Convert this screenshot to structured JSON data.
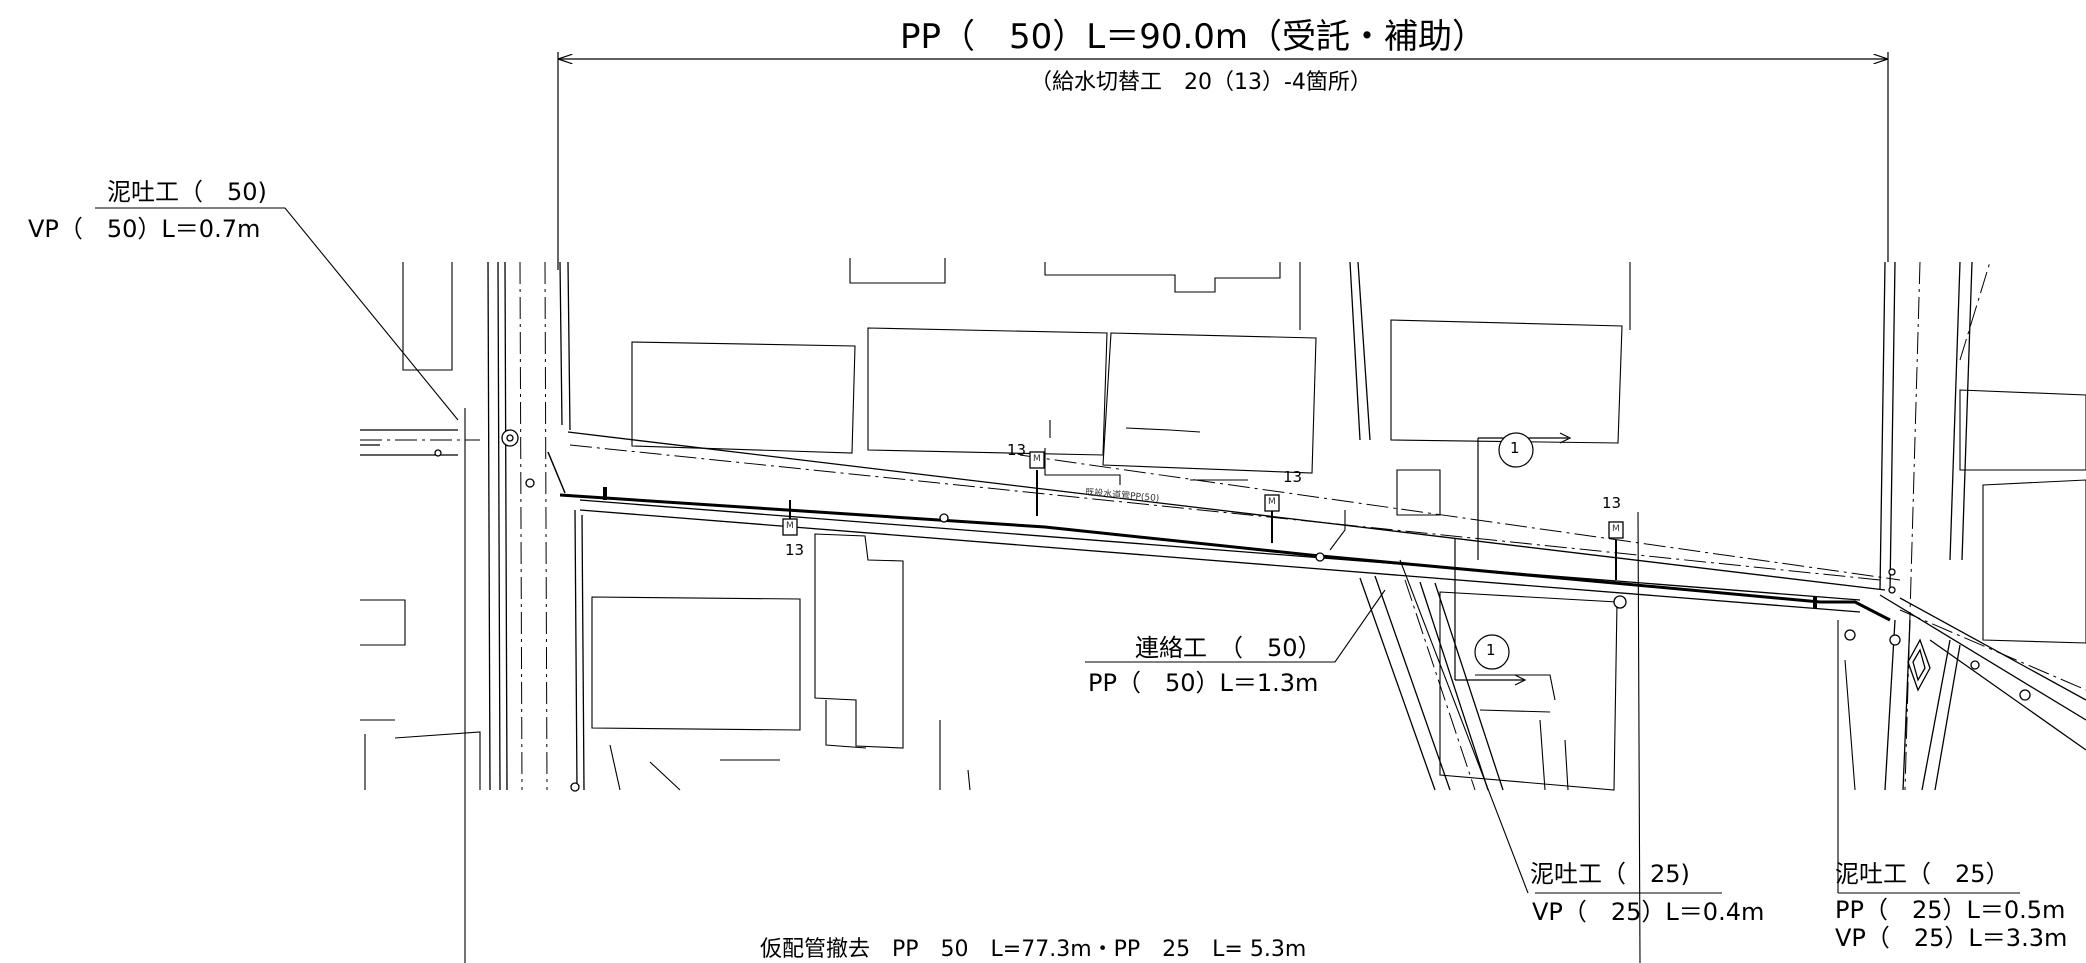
{
  "title": {
    "main": "PP（　50）L＝90.0m（受託・補助）",
    "sub": "（給水切替工　20（13）-4箇所）"
  },
  "notes": {
    "mud_left_title": "泥吐工（　50)",
    "mud_left_spec": "VP（　50）L＝0.7m",
    "connection_title": "連絡工　（　50）",
    "connection_spec": "PP（　50）L＝1.3m",
    "mud_mid_title": "泥吐工（　25)",
    "mud_mid_spec": "VP（　25）L＝0.4m",
    "mud_right_title": "泥吐工（　25）",
    "mud_right_spec1": "PP（　25）L＝0.5m",
    "mud_right_spec2": "VP（　25）L＝3.3m",
    "removal": "仮配管撤去　PP　50　L=77.3m・PP　25　L= 5.3m"
  },
  "service_labels": [
    "13",
    "13",
    "13",
    "13"
  ],
  "section_marks": [
    "1",
    "1"
  ],
  "meter_label": "M",
  "small_text": [
    "既設水道管PP(50)"
  ]
}
